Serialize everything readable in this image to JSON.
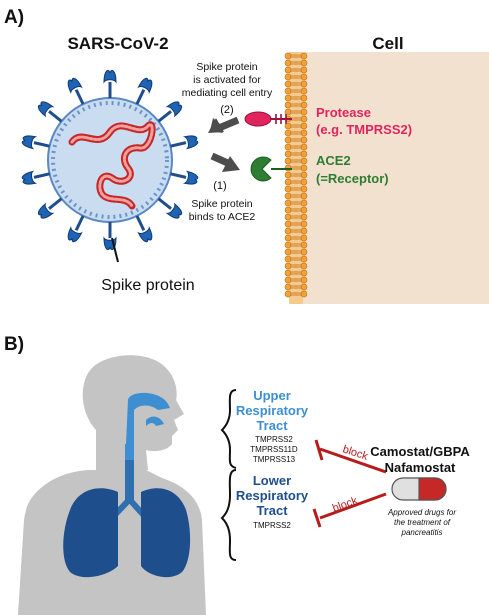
{
  "panel_a": {
    "label": "A)",
    "virus_title": "SARS-CoV-2",
    "cell_title": "Cell",
    "step2_line1": "Spike protein",
    "step2_line2": "is activated for",
    "step2_line3": "mediating cell entry",
    "step2_number": "(2)",
    "step1_number": "(1)",
    "step1_line1": "Spike protein",
    "step1_line2": "binds to ACE2",
    "protease_line1": "Protease",
    "protease_line2": "(e.g. TMPRSS2)",
    "ace2_line1": "ACE2",
    "ace2_line2": "(=Receptor)",
    "spike_label": "Spike protein"
  },
  "panel_b": {
    "label": "B)",
    "upper_line1": "Upper",
    "upper_line2": "Respiratory",
    "upper_line3": "Tract",
    "upper_protease_1": "TMPRSS2",
    "upper_protease_2": "TMPRSS11D",
    "upper_protease_3": "TMPRSS13",
    "lower_line1": "Lower",
    "lower_line2": "Respiratory",
    "lower_line3": "Tract",
    "lower_protease_1": "TMPRSS2",
    "block_label_1": "block",
    "block_label_2": "block",
    "drug_line1": "Camostat/GBPA",
    "drug_line2": "Nafamostat",
    "approved_line1": "Approved drugs for",
    "approved_line2": "the treatment of",
    "approved_line3": "pancreatitis"
  },
  "colors": {
    "protease": "#e0245e",
    "ace2": "#2e7d32",
    "upper_tract": "#3d8fd1",
    "lower_tract": "#1f4e8c",
    "block": "#b71c1c",
    "spike": "#1f63b5",
    "cell": "#f3e1d0"
  }
}
